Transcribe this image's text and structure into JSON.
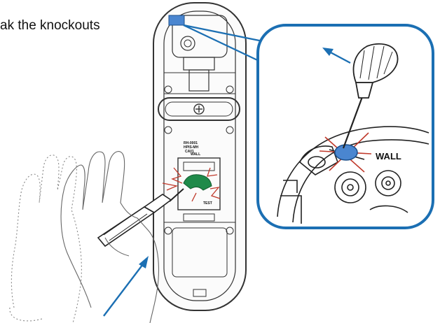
{
  "caption": "ak the knockouts",
  "labels": {
    "wall_zoom": "WALL",
    "wall_small": "WALL",
    "housing_text": "RH-0001\nHPIS-MH\nCAV1",
    "test_text": "TEST"
  },
  "colors": {
    "callout_frame": "#1b6fb3",
    "arrow": "#1b6fb3",
    "knockout_blue": "#4a86d0",
    "knockout_green": "#1f8a4a",
    "break_marks": "#c0392b",
    "line": "#333333"
  },
  "icons": [
    "screwdriver-icon",
    "hand-icon",
    "arrow-icon"
  ]
}
